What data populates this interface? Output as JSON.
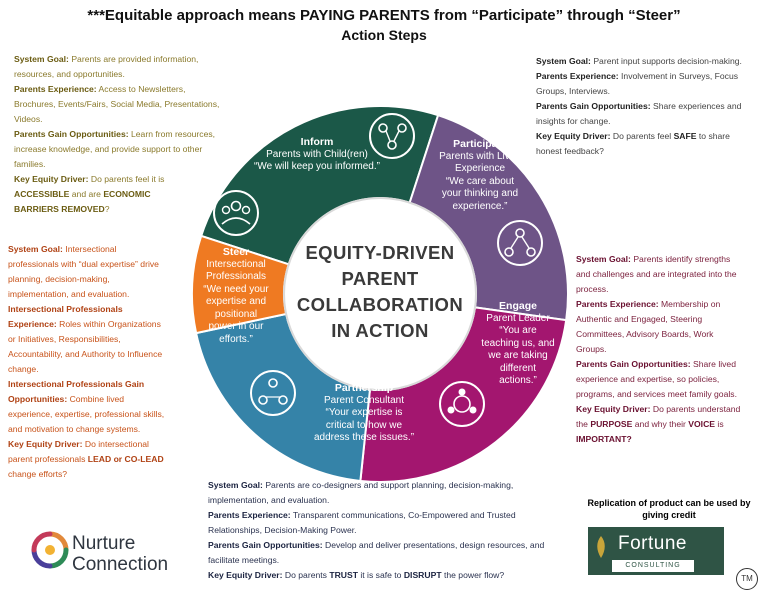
{
  "title": "***Equitable approach means PAYING PARENTS from “Participate” through “Steer”",
  "subtitle": "Action Steps",
  "center": {
    "l1": "EQUITY-DRIVEN",
    "l2": "PARENT",
    "l3": "COLLABORATION",
    "l4": "IN ACTION"
  },
  "colors": {
    "inform": "#1b5848",
    "participate": "#6e5487",
    "engage": "#a3166f",
    "partnership": "#3583a8",
    "steer": "#ef7a22"
  },
  "stages": {
    "inform": {
      "name": "Inform",
      "l1": "Parents with Child(ren)",
      "l2": "“We will keep you informed.”",
      "icon": "network-people-icon"
    },
    "participate": {
      "name": "Participate",
      "l1": "Parents with Lived",
      "l2": "Experience",
      "l3": "“We care about",
      "l4": "your thinking and",
      "l5": "experience.”",
      "icon": "connected-people-icon"
    },
    "engage": {
      "name": "Engage",
      "l1": "Parent Leader",
      "l2": "“You are",
      "l3": "teaching us, and",
      "l4": "we are taking",
      "l5": "different",
      "l6": "actions.”",
      "icon": "group-circle-icon"
    },
    "partnership": {
      "name": "Partnership",
      "l1": "Parent Consultant",
      "l2": "“Your expertise is",
      "l3": "critical to how we",
      "l4": "address these issues.”",
      "icon": "triad-people-icon"
    },
    "steer": {
      "name": "Steer",
      "l1": "Intersectional",
      "l2": "Professionals",
      "l3": "“We need your",
      "l4": "expertise and",
      "l5": "positional",
      "l6": "power in our",
      "l7": "efforts.”",
      "icon": "team-people-icon"
    }
  },
  "blocks": {
    "inform": {
      "sg_label": "System Goal:",
      "sg_l1": " Parents are provided information,",
      "sg_l2": "resources, and opportunities.",
      "pe_label": "Parents Experience:",
      "pe_l1": "  Access to Newsletters,",
      "pe_l2": "Brochures, Events/Fairs, Social Media, Presentations,",
      "pe_l3": "Videos.",
      "go_label": "Parents Gain Opportunities:",
      "go_l1": " Learn from resources,",
      "go_l2": "increase knowledge, and provide support to other",
      "go_l3": "families.",
      "ed_label": "Key Equity Driver:",
      "ed_l1": " Do parents feel it is",
      "ed_b1": "ACCESSIBLE",
      "ed_t1": " and are ",
      "ed_b2": "ECONOMIC",
      "ed_b3": "BARRIERS REMOVED",
      "ed_t2": "?"
    },
    "participate": {
      "sg_label": "System Goal:",
      "sg_l1": " Parent input supports decision-making.",
      "pe_label": "Parents Experience:",
      "pe_l1": " Involvement in Surveys, Focus",
      "pe_l2": "Groups, Interviews.",
      "go_label": "Parents Gain Opportunities:",
      "go_l1": " Share experiences and",
      "go_l2": "insights for change.",
      "ed_label": "Key Equity Driver:",
      "ed_t1": " Do parents feel ",
      "ed_b1": "SAFE",
      "ed_t2": " to share",
      "ed_l2": "honest feedback?"
    },
    "steer": {
      "sg_label": "System Goal:",
      "sg_l1": " Intersectional",
      "sg_l2": "professionals with “dual expertise” drive",
      "sg_l3": "planning, decision-making,",
      "sg_l4": "implementation, and evaluation.",
      "pe_label1": "Intersectional Professionals",
      "pe_label2": "Experience:",
      "pe_l1": " Roles within Organizations",
      "pe_l2": "or Initiatives, Responsibilities,",
      "pe_l3": "Accountability, and Authority to Influence",
      "pe_l4": "change.",
      "go_label1": "Intersectional Professionals Gain",
      "go_label2": "Opportunities:",
      "go_l1": " Combine lived",
      "go_l2": "experience, expertise, professional skills,",
      "go_l3": "and motivation to change systems.",
      "ed_label": "Key Equity Driver:",
      "ed_t1": " Do  intersectional",
      "ed_l2": "parent professionals ",
      "ed_b1": "LEAD or CO-LEAD",
      "ed_l3": "change efforts?"
    },
    "engage": {
      "sg_label": "System Goal:",
      "sg_l1": " Parents identify strengths",
      "sg_l2": "and challenges and are integrated into the",
      "sg_l3": "process.",
      "pe_label": "Parents Experience:",
      "pe_l1": " Membership on",
      "pe_l2": "Authentic and Engaged, Steering",
      "pe_l3": "Committees, Advisory Boards, Work",
      "pe_l4": "Groups.",
      "go_label": "Parents Gain Opportunities:",
      "go_l1": " Share lived",
      "go_l2": "experience and expertise, so policies,",
      "go_l3": "programs, and services meet family goals.",
      "ed_label": "Key Equity Driver:",
      "ed_t1": " Do parents understand",
      "ed_l2": "the ",
      "ed_b1": "PURPOSE",
      "ed_t2": " and why their ",
      "ed_b2": "VOICE",
      "ed_t3": " is",
      "ed_b3": "IMPORTANT?"
    },
    "partnership": {
      "sg_label": "System Goal:",
      "sg_l1": " Parents are co-designers and support planning, decision-making,",
      "sg_l2": "implementation, and evaluation.",
      "pe_label": "Parents Experience:",
      "pe_l1": " Transparent communications, Co-Empowered and Trusted",
      "pe_l2": "Relationships, Decision-Making Power.",
      "go_label": "Parents Gain Opportunities:",
      "go_l1": " Develop and deliver presentations, design resources, and",
      "go_l2": "facilitate meetings.",
      "ed_label": "Key Equity Driver:",
      "ed_t1": " Do parents ",
      "ed_b1": "TRUST",
      "ed_t2": " it is safe to ",
      "ed_b2": "DISRUPT",
      "ed_t3": " the power flow?"
    }
  },
  "footer": {
    "logo_l1": "Nurture",
    "logo_l2": "Connection",
    "replication_l1": "Replication of product can be used by",
    "replication_l2": "giving credit",
    "fortune_name": "Fortune",
    "fortune_sub": "CONSULTING",
    "tm": "TM"
  }
}
